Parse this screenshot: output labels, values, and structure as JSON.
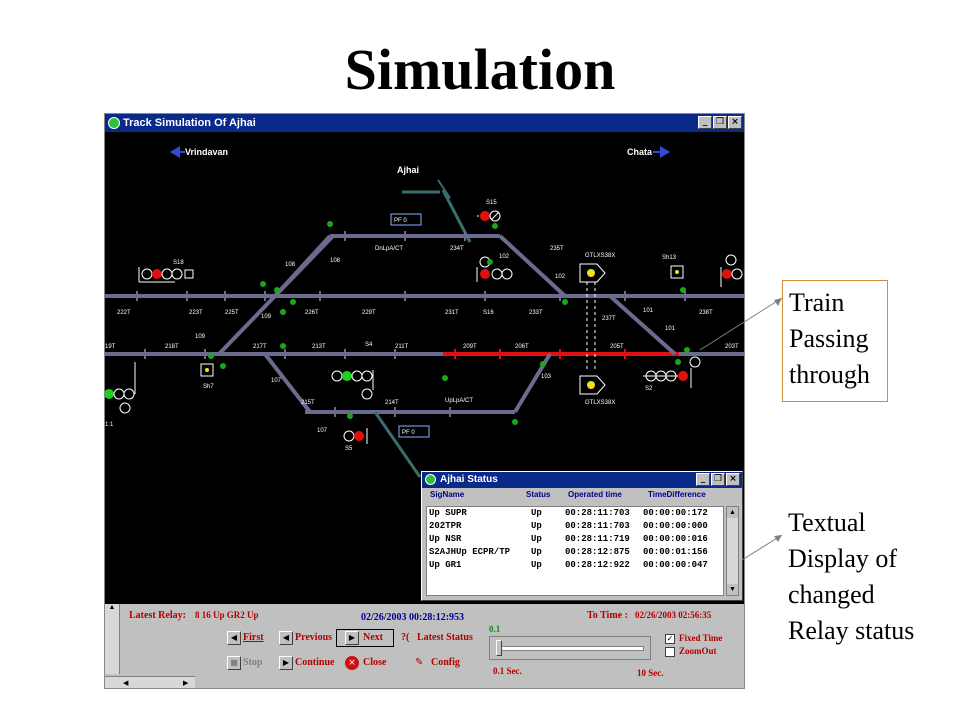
{
  "slide": {
    "title": "Simulation"
  },
  "window": {
    "title": "Track Simulation Of Ajhai",
    "minimize": "_",
    "restore": "❐",
    "close": "×"
  },
  "track": {
    "station_left": "Vrindavan",
    "station_center": "Ajhai",
    "station_right": "Chata",
    "platform_upper": "PF 0",
    "platform_lower": "PF 0",
    "colors": {
      "track": "#6b6b8f",
      "occupied": "#e01010",
      "signal_red": "#e01010",
      "signal_green": "#1fd11f",
      "dot_green": "#1aa81a"
    },
    "labels": {
      "s15": "S15",
      "s18": "S18",
      "sh13": "Sh13",
      "sh7": "Sh7",
      "s2": "S2",
      "s5": "S5",
      "s4": "S4",
      "s16": "S16",
      "t222": "222T",
      "t223": "223T",
      "t225": "225T",
      "t226": "226T",
      "t229": "229T",
      "t231": "231T",
      "t233": "233T",
      "t237": "237T",
      "t238": "238T",
      "t219": "19T",
      "t218": "218T",
      "t217": "217T",
      "t213": "213T",
      "t211": "211T",
      "t209": "209T",
      "t206": "206T",
      "t205": "205T",
      "t203": "203T",
      "t215": "215T",
      "t214": "214T",
      "t234": "234T",
      "t235": "235T",
      "n108a": "108",
      "n108b": "108",
      "n109a": "109",
      "n109b": "109",
      "n107a": "107",
      "n107b": "107",
      "n102a": "102",
      "n102b": "102",
      "n101a": "101",
      "n101b": "101",
      "n103": "103",
      "dn_loop": "DnLpA/CT",
      "up_loop": "UpLpA/CT",
      "gtlx_top": "GTLXS38X",
      "gtlx_bottom": "GTLXS38X",
      "edge_left": "1:1"
    }
  },
  "control": {
    "latest_relay_label": "Latest Relay:",
    "latest_relay_value": "8 16 Up GR2 Up",
    "current_time": "02/26/2003 00:28:12:953",
    "to_time_label": "To Time :",
    "to_time_value": "02/26/2003 02:56:35",
    "first": "First",
    "previous": "Previous",
    "next": "Next",
    "latest_status": "Latest Status",
    "stop": "Stop",
    "continue": "Continue",
    "close": "Close",
    "config": "Config",
    "fixed_time": "Fixed Time",
    "zoom_out": "ZoomOut",
    "fixed_time_checked": true,
    "zoom_out_checked": false,
    "slider_top": "0.1",
    "slider_min": "0.1 Sec.",
    "slider_max": "10 Sec.",
    "slider_level": 0.0
  },
  "status_window": {
    "title": "Ajhai Status",
    "headers": {
      "signame": "SigName",
      "status": "Status",
      "operated": "Operated time",
      "diff": "TimeDifference"
    },
    "rows": [
      {
        "name": "Up SUPR",
        "status": "Up",
        "operated": "00:28:11:703",
        "diff": "00:00:00:172"
      },
      {
        "name": "202TPR",
        "status": "Up",
        "operated": "00:28:11:703",
        "diff": "00:00:00:000"
      },
      {
        "name": "Up NSR",
        "status": "Up",
        "operated": "00:28:11:719",
        "diff": "00:00:00:016"
      },
      {
        "name": "S2AJHUp ECPR/TP",
        "status": "Up",
        "operated": "00:28:12:875",
        "diff": "00:00:01:156"
      },
      {
        "name": "Up GR1",
        "status": "Up",
        "operated": "00:28:12:922",
        "diff": "00:00:00:047"
      }
    ]
  },
  "callouts": {
    "train_line1": "Train",
    "train_line2": "Passing",
    "train_line3": "through",
    "text_line1": "Textual",
    "text_line2": "Display of",
    "text_line3": "changed",
    "text_line4": "Relay status"
  }
}
